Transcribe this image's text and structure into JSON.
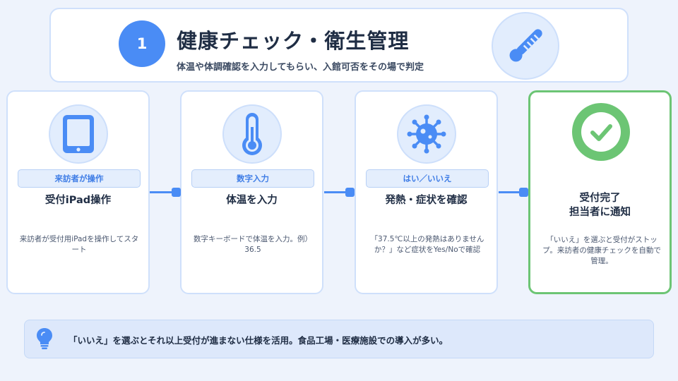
{
  "header": {
    "step_number": "1",
    "title": "健康チェック・衛生管理",
    "subtitle": "体温や体調確認を入力してもらい、入館可否をその場で判定",
    "icon": "thermometer-icon"
  },
  "steps": [
    {
      "icon": "tablet-icon",
      "tag": "来訪者が操作",
      "title": "受付iPad操作",
      "description": "来訪者が受付用iPadを操作してスタート"
    },
    {
      "icon": "thermometer-half-icon",
      "tag": "数字入力",
      "title": "体温を入力",
      "description": "数字キーボードで体温を入力。例）36.5"
    },
    {
      "icon": "virus-icon",
      "tag": "はい／いいえ",
      "title": "発熱・症状を確認",
      "description": "「37.5℃以上の発熱はありませんか？」など症状をYes/Noで確認"
    },
    {
      "icon": "check-circle-icon",
      "title_line1": "受付完了",
      "title_line2": "担当者に通知",
      "description": "「いいえ」を選ぶと受付がストップ。来訪者の健康チェックを自動で管理。"
    }
  ],
  "tip": {
    "icon": "lightbulb-icon",
    "text": "「いいえ」を選ぶとそれ以上受付が進まない仕様を活用。食品工場・医療施設での導入が多い。"
  },
  "colors": {
    "accent": "#4a8cf5",
    "success": "#6cc574",
    "background": "#eef3fc"
  }
}
